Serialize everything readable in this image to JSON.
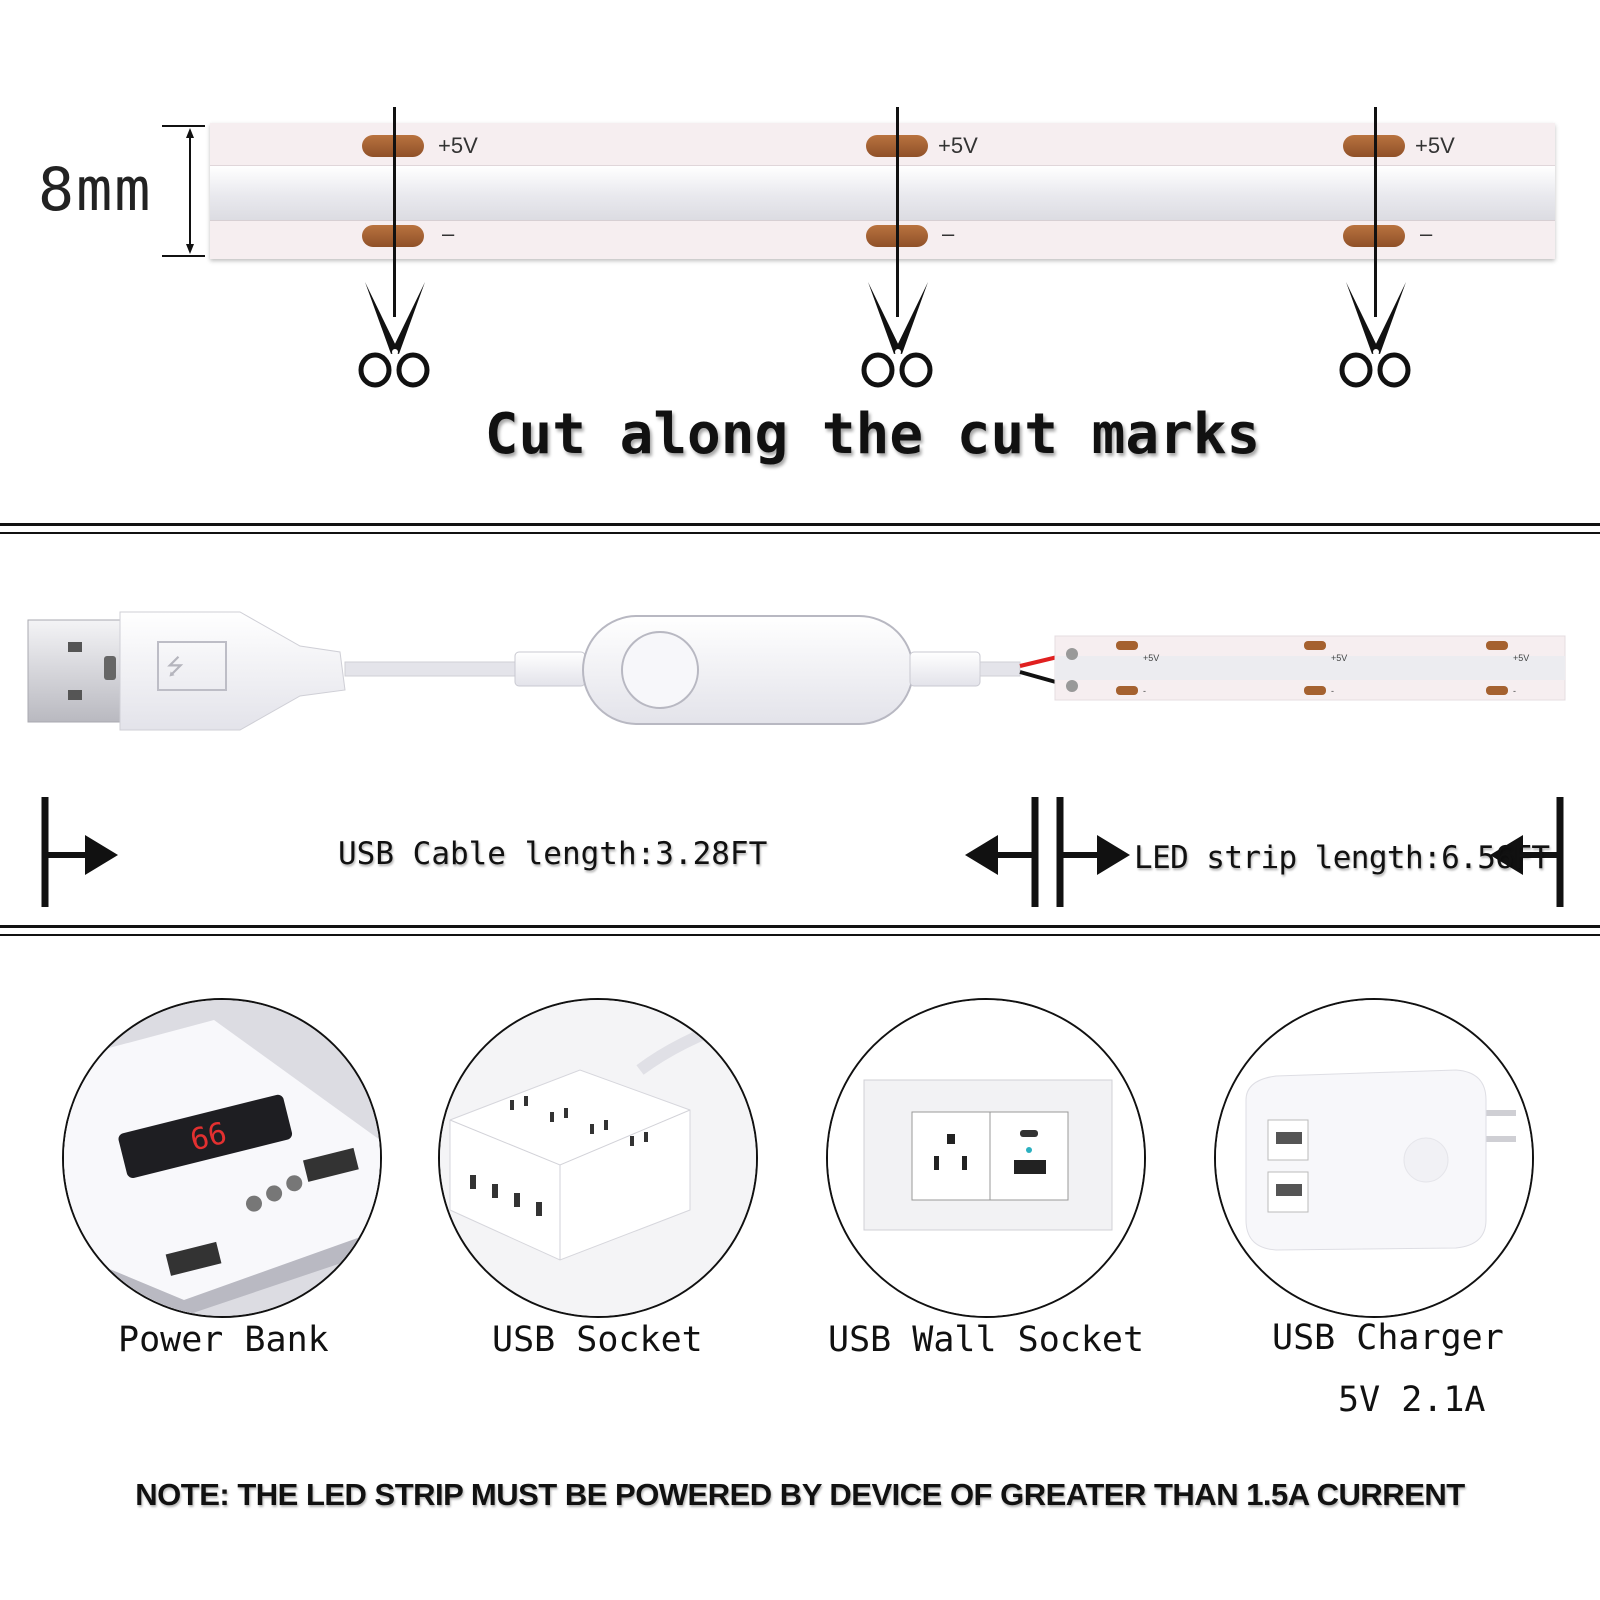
{
  "strip_section": {
    "width_label": "8mm",
    "cut_points": [
      {
        "positive_label": "+5V",
        "negative_label": "–"
      },
      {
        "positive_label": "+5V",
        "negative_label": "–"
      },
      {
        "positive_label": "+5V",
        "negative_label": "–"
      }
    ],
    "heading": "Cut along the cut marks"
  },
  "cable_section": {
    "mini_strip_labels": [
      "+5V",
      "+5V",
      "+5V",
      "-",
      "-",
      "-"
    ],
    "usb_cable_length_label": "USB Cable length:3.28FT",
    "led_strip_length_label": "LED strip length:6.56FT"
  },
  "power_sources": [
    {
      "label": "Power Bank",
      "icon": "power-bank-icon"
    },
    {
      "label": "USB Socket",
      "icon": "power-strip-icon"
    },
    {
      "label": "USB Wall Socket",
      "icon": "wall-socket-icon"
    },
    {
      "label": "USB Charger",
      "sublabel": "5V 2.1A",
      "icon": "usb-charger-icon"
    }
  ],
  "power_bank_display": "66",
  "note": "NOTE: THE LED STRIP MUST BE POWERED BY DEVICE OF GREATER THAN 1.5A CURRENT",
  "colors": {
    "pad": "#a5612f",
    "strip": "#f6eef0",
    "wire_positive": "#e02020",
    "wire_negative": "#111111",
    "display_digits": "#e33030"
  }
}
